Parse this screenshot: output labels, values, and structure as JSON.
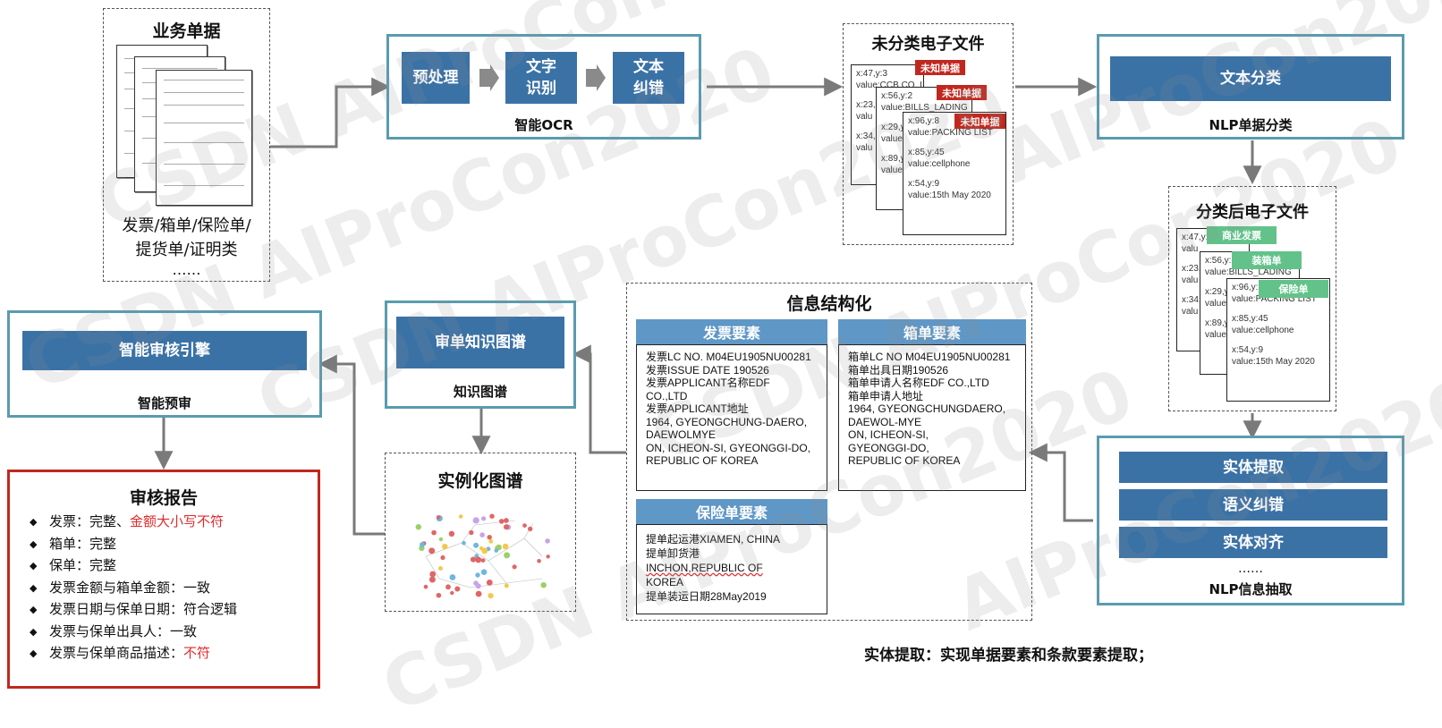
{
  "business_docs": {
    "title": "业务单据",
    "caption_line1": "发票/箱单/保险单/",
    "caption_line2": "提货单/证明类",
    "caption_ellipsis": "……"
  },
  "ocr": {
    "steps": [
      "预处理",
      "文字\n识别",
      "文本\n纠错"
    ],
    "label": "智能OCR"
  },
  "unclassified": {
    "title": "未分类电子文件",
    "tag": "未知单据",
    "doc1": [
      "x:47,y:3",
      "value:CCB CO.,LTD",
      "x:23,",
      "valu",
      "x:34,",
      "valu"
    ],
    "doc2": [
      "x:56,y:2",
      "value:BILLS_LADING",
      "x:29,y",
      "value",
      "x:89,y",
      "value"
    ],
    "doc3": [
      "x:96,y:8",
      "value:PACKING LIST",
      "x:85,y:45",
      "value:cellphone",
      "x:54,y:9",
      "value:15th May 2020"
    ]
  },
  "nlp_classify": {
    "box": "文本分类",
    "label": "NLP单据分类"
  },
  "classified": {
    "title": "分类后电子文件",
    "tags": [
      "商业发票",
      "装箱单",
      "保险单"
    ],
    "doc1": [
      "x:47,y:3",
      "valu",
      "x:23,",
      "valu",
      "x:34,",
      "valu"
    ],
    "doc2": [
      "x:56,y:2",
      "value:BILLS_LADING",
      "x:29,y",
      "value",
      "x:89,y",
      "value"
    ],
    "doc3": [
      "x:96,y:8",
      "value:PACKING LIST",
      "x:85,y:45",
      "value:cellphone",
      "x:54,y:9",
      "value:15th May 2020"
    ]
  },
  "nlp_extract": {
    "steps": [
      "实体提取",
      "语义纠错",
      "实体对齐"
    ],
    "ellipsis": "……",
    "label": "NLP信息抽取"
  },
  "info_struct": {
    "title": "信息结构化",
    "invoice": {
      "header": "发票要素",
      "lines": [
        "发票LC NO. M04EU1905NU00281",
        "发票ISSUE DATE 190526",
        "发票APPLICANT名称EDF",
        "CO.,LTD",
        "发票APPLICANT地址",
        "1964, GYEONGCHUNG-DAERO,",
        "DAEWOLMYE",
        "ON, ICHEON-SI, GYEONGGI-DO,",
        "REPUBLIC OF KOREA"
      ]
    },
    "packing": {
      "header": "箱单要素",
      "lines": [
        "箱单LC NO M04EU1905NU00281",
        "箱单出具日期190526",
        "箱单申请人名称EDF CO.,LTD",
        "箱单申请人地址",
        "1964, GYEONGCHUNGDAERO,",
        "DAEWOL-MYE",
        "ON, ICHEON-SI,",
        "GYEONGGI-DO,",
        "REPUBLIC OF KOREA"
      ]
    },
    "insurance": {
      "header": "保险单要素",
      "lines": [
        "提单起运港XIAMEN, CHINA",
        "提单卸货港",
        "INCHON,REPUBLIC OF",
        "KOREA",
        "提单装运日期28May2019"
      ]
    }
  },
  "knowledge": {
    "box": "审单知识图谱",
    "label": "知识图谱",
    "instance_title": "实例化图谱"
  },
  "audit_engine": {
    "box": "智能审核引擎",
    "label": "智能预审"
  },
  "report": {
    "title": "审核报告",
    "items": [
      {
        "text": "发票：完整、",
        "highlight": "金额大小写不符"
      },
      {
        "text": "箱单：完整",
        "highlight": ""
      },
      {
        "text": "保单：完整",
        "highlight": ""
      },
      {
        "text": "发票金额与箱单金额：一致",
        "highlight": ""
      },
      {
        "text": "发票日期与保单日期：符合逻辑",
        "highlight": ""
      },
      {
        "text": "发票与保单出具人：一致",
        "highlight": ""
      },
      {
        "text": "发票与保单商品描述：",
        "highlight": "不符"
      }
    ]
  },
  "footnote": "实体提取：实现单据要素和条款要素提取；",
  "watermark_text": [
    "CSDN AIProCon2020",
    "AIProCon2020",
    "CSDN AIProCon2020",
    "CSDN AIProCon2020",
    "CSDN AIProCon2020",
    "CSDN AIProCon2020",
    "AIProCon2020"
  ],
  "colors": {
    "box_blue": "#3b72a6",
    "header_blue": "#5f97c6",
    "teal_border": "#5a9bb0",
    "alert_red": "#c0281f",
    "ok_green": "#62c28a"
  }
}
